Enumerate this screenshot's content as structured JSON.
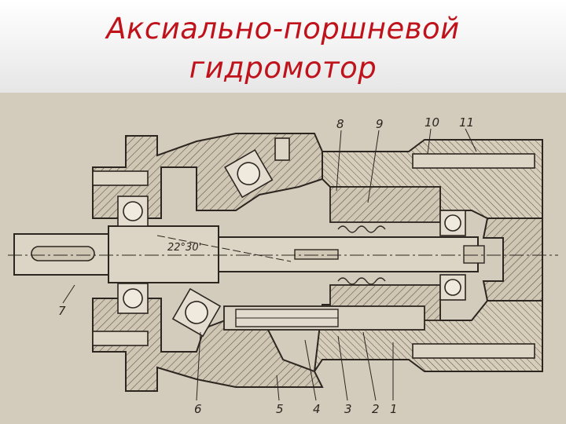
{
  "slide": {
    "title_line1": "Аксиально-поршневой",
    "title_line2": "гидромотор",
    "title_color": "#c0121b"
  },
  "drawing": {
    "angle_label": "22°30'",
    "callouts_top": [
      "8",
      "9",
      "10",
      "11"
    ],
    "callouts_left": [
      "7"
    ],
    "callouts_bottom": [
      "6",
      "5",
      "4",
      "3",
      "2",
      "1"
    ]
  }
}
